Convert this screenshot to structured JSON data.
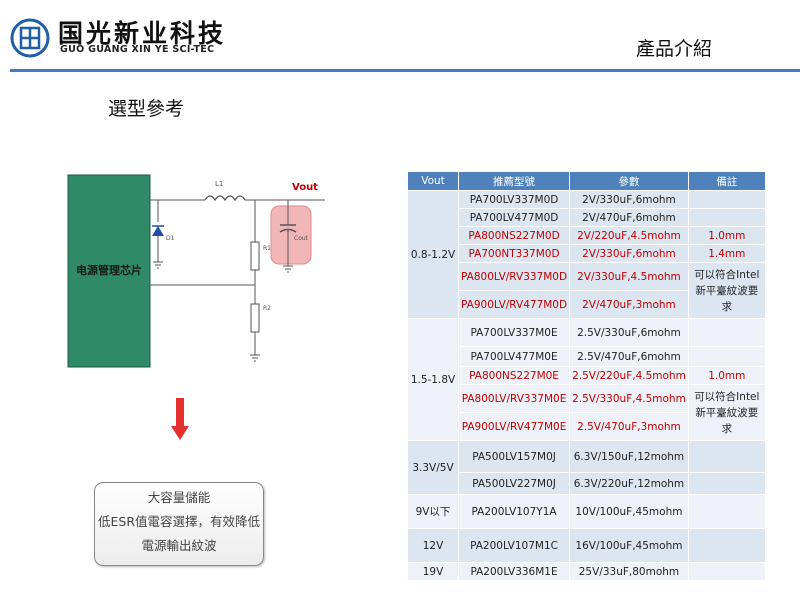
{
  "header": {
    "brand_cn": "国光新业科技",
    "brand_en": "GUO GUANG XIN YE SCI-TEC",
    "page_title": "產品介紹"
  },
  "section_title": "選型參考",
  "circuit": {
    "chip_label": "电源管理芯片",
    "vout_label": "Vout",
    "l1": "L1",
    "d1": "D1",
    "r1": "R1",
    "r2": "R2",
    "cout": "Cout"
  },
  "note": {
    "line1": "大容量儲能",
    "line2": "低ESR值電容選擇，有效降低",
    "line3": "電源輸出紋波"
  },
  "colors": {
    "accent": "#3a7fc2",
    "header_bg": "#4f81bd",
    "highlight": "#c00000"
  },
  "table": {
    "headers": [
      "Vout",
      "推薦型號",
      "參數",
      "備註"
    ],
    "rows": [
      {
        "vout": "0.8-1.2V",
        "model": "PA700LV337M0D",
        "param": "2V/330uF,6mohm",
        "remark": "",
        "red": false
      },
      {
        "vout": "",
        "model": "PA700LV477M0D",
        "param": "2V/470uF,6mohm",
        "remark": "",
        "red": false
      },
      {
        "vout": "",
        "model": "PA800NS227M0D",
        "param": "2V/220uF,4.5mohm",
        "remark": "1.0mm",
        "red": true
      },
      {
        "vout": "",
        "model": "PA700NT337M0D",
        "param": "2V/330uF,6mohm",
        "remark": "1.4mm",
        "red": true
      },
      {
        "vout": "",
        "model": "PA800LV/RV337M0D",
        "param": "2V/330uF,4.5mohm",
        "remark": "可以符合Intel新平臺紋波要求",
        "red": true
      },
      {
        "vout": "",
        "model": "PA900LV/RV477M0D",
        "param": "2V/470uF,3mohm",
        "remark": "",
        "red": true
      },
      {
        "vout": "1.5-1.8V",
        "model": "PA700LV337M0E",
        "param": "2.5V/330uF,6mohm",
        "remark": "",
        "red": false
      },
      {
        "vout": "",
        "model": "PA700LV477M0E",
        "param": "2.5V/470uF,6mohm",
        "remark": "",
        "red": false
      },
      {
        "vout": "",
        "model": "PA800NS227M0E",
        "param": "2.5V/220uF,4.5mohm",
        "remark": "1.0mm",
        "red": true
      },
      {
        "vout": "",
        "model": "PA800LV/RV337M0E",
        "param": "2.5V/330uF,4.5mohm",
        "remark": "可以符合Intel新平臺紋波要求",
        "red": true
      },
      {
        "vout": "",
        "model": "PA900LV/RV477M0E",
        "param": "2.5V/470uF,3mohm",
        "remark": "",
        "red": true
      },
      {
        "vout": "3.3V/5V",
        "model": "PA500LV157M0J",
        "param": "6.3V/150uF,12mohm",
        "remark": "",
        "red": false
      },
      {
        "vout": "",
        "model": "PA500LV227M0J",
        "param": "6.3V/220uF,12mohm",
        "remark": "",
        "red": false
      },
      {
        "vout": "9V以下",
        "model": "PA200LV107Y1A",
        "param": "10V/100uF,45mohm",
        "remark": "",
        "red": false
      },
      {
        "vout": "12V",
        "model": "PA200LV107M1C",
        "param": "16V/100uF,45mohm",
        "remark": "",
        "red": false
      },
      {
        "vout": "19V",
        "model": "PA200LV336M1E",
        "param": "25V/33uF,80mohm",
        "remark": "",
        "red": false
      }
    ]
  }
}
